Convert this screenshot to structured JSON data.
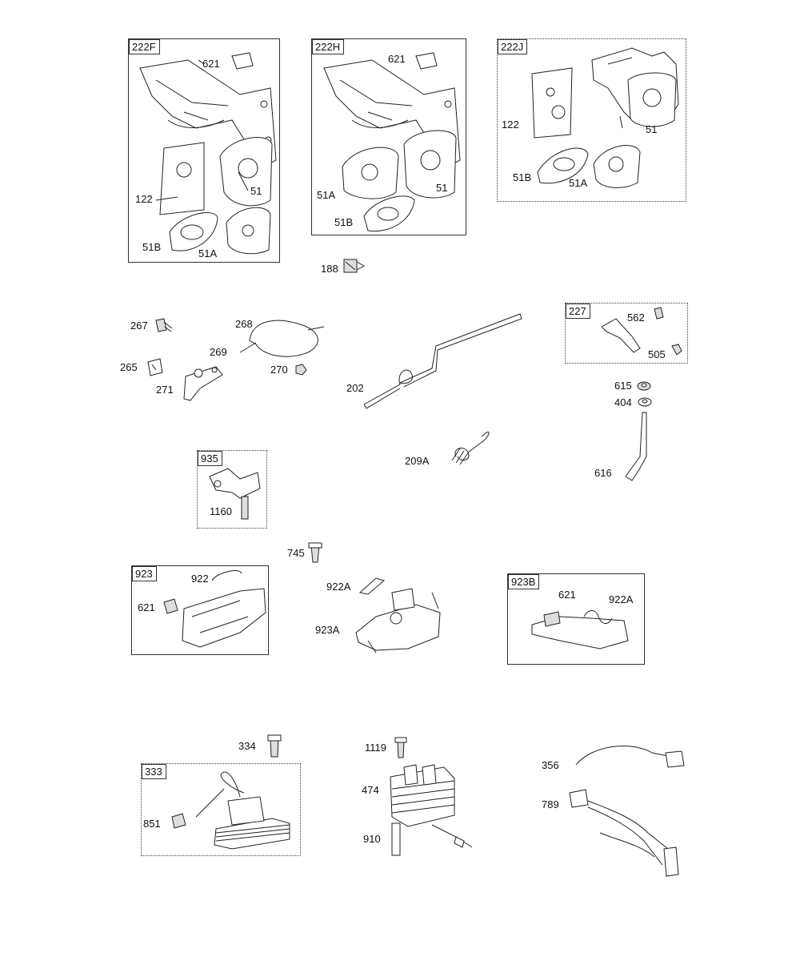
{
  "groups": {
    "g222F": "222F",
    "g222H": "222H",
    "g222J": "222J",
    "g227": "227",
    "g935": "935",
    "g923": "923",
    "g923B": "923B",
    "g333": "333"
  },
  "parts": {
    "p621a": "621",
    "p122a": "122",
    "p51a": "51",
    "p51Ba": "51B",
    "p51Aa": "51A",
    "p621b": "621",
    "p51Ab": "51A",
    "p51b": "51",
    "p51Bb": "51B",
    "p122c": "122",
    "p51c": "51",
    "p51Bc": "51B",
    "p51Ac": "51A",
    "p188": "188",
    "p267": "267",
    "p268": "268",
    "p269": "269",
    "p265": "265",
    "p270": "270",
    "p271": "271",
    "p202": "202",
    "p562": "562",
    "p505": "505",
    "p615": "615",
    "p404": "404",
    "p616": "616",
    "p209A": "209A",
    "p1160": "1160",
    "p745": "745",
    "p922": "922",
    "p621d": "621",
    "p922Aa": "922A",
    "p923A": "923A",
    "p621e": "621",
    "p922Ab": "922A",
    "p334": "334",
    "p851": "851",
    "p1119": "1119",
    "p474": "474",
    "p910": "910",
    "p356": "356",
    "p789": "789"
  }
}
